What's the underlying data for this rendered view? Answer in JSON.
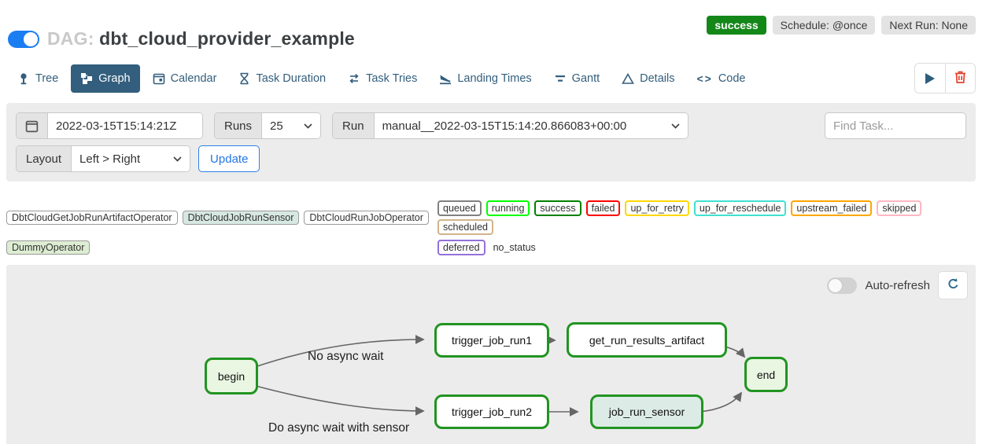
{
  "header": {
    "dag_prefix": "DAG:",
    "dag_title": "dbt_cloud_provider_example",
    "status_badge": "success",
    "schedule_badge": "Schedule: @once",
    "next_run_badge": "Next Run: None",
    "dag_paused_toggle": "on"
  },
  "tabs": [
    {
      "label": "Tree",
      "icon": "tree-icon",
      "active": false
    },
    {
      "label": "Graph",
      "icon": "graph-icon",
      "active": true
    },
    {
      "label": "Calendar",
      "icon": "calendar-icon",
      "active": false
    },
    {
      "label": "Task Duration",
      "icon": "hourglass-icon",
      "active": false
    },
    {
      "label": "Task Tries",
      "icon": "repeat-icon",
      "active": false
    },
    {
      "label": "Landing Times",
      "icon": "plane-landing-icon",
      "active": false
    },
    {
      "label": "Gantt",
      "icon": "gantt-bars-icon",
      "active": false
    },
    {
      "label": "Details",
      "icon": "triangle-icon",
      "active": false
    },
    {
      "label": "Code",
      "icon": "code-brackets-icon",
      "active": false
    }
  ],
  "filter_bar": {
    "base_date_value": "2022-03-15T15:14:21Z",
    "runs_label": "Runs",
    "runs_value": "25",
    "run_label": "Run",
    "run_value": "manual__2022-03-15T15:14:20.866083+00:00",
    "find_task_placeholder": "Find Task...",
    "layout_label": "Layout",
    "layout_value": "Left > Right",
    "update_button": "Update"
  },
  "legend": {
    "operators": [
      {
        "label": "DbtCloudGetJobRunArtifactOperator",
        "fill": "#ffffff"
      },
      {
        "label": "DbtCloudJobRunSensor",
        "fill": "#d7e8e3"
      },
      {
        "label": "DbtCloudRunJobOperator",
        "fill": "#ffffff"
      },
      {
        "label": "DummyOperator",
        "fill": "#ddedd2"
      }
    ],
    "statuses": [
      {
        "label": "queued",
        "border": "#808080"
      },
      {
        "label": "running",
        "border": "#00ff00"
      },
      {
        "label": "success",
        "border": "#008000"
      },
      {
        "label": "failed",
        "border": "#ff0000"
      },
      {
        "label": "up_for_retry",
        "border": "#ffd700"
      },
      {
        "label": "up_for_reschedule",
        "border": "#40e0d0"
      },
      {
        "label": "upstream_failed",
        "border": "#ffa500"
      },
      {
        "label": "skipped",
        "border": "#ffb6c1"
      },
      {
        "label": "scheduled",
        "border": "#d2b48c"
      },
      {
        "label": "deferred",
        "border": "#9370db"
      },
      {
        "label": "no_status",
        "border": "none"
      }
    ]
  },
  "graph": {
    "auto_refresh_label": "Auto-refresh",
    "auto_refresh_state": "off",
    "refresh_icon": "refresh-icon",
    "nodes": [
      {
        "id": "begin",
        "label": "begin",
        "fill": "#e9f6e2",
        "state": "success"
      },
      {
        "id": "trigger_job_run1",
        "label": "trigger_job_run1",
        "fill": "#ffffff",
        "state": "success-border"
      },
      {
        "id": "get_run_results_artifact",
        "label": "get_run_results_artifact",
        "fill": "#ffffff",
        "state": "success-border"
      },
      {
        "id": "trigger_job_run2",
        "label": "trigger_job_run2",
        "fill": "#ffffff",
        "state": "success-border"
      },
      {
        "id": "job_run_sensor",
        "label": "job_run_sensor",
        "fill": "#dcebe6",
        "state": "success-border"
      },
      {
        "id": "end",
        "label": "end",
        "fill": "#e9f6e2",
        "state": "success"
      }
    ],
    "edges": [
      {
        "from": "begin",
        "to": "trigger_job_run1",
        "label": "No async wait"
      },
      {
        "from": "begin",
        "to": "trigger_job_run2",
        "label": "Do async wait with sensor"
      },
      {
        "from": "trigger_job_run1",
        "to": "get_run_results_artifact",
        "label": ""
      },
      {
        "from": "get_run_results_artifact",
        "to": "end",
        "label": ""
      },
      {
        "from": "trigger_job_run2",
        "to": "job_run_sensor",
        "label": ""
      },
      {
        "from": "job_run_sensor",
        "to": "end",
        "label": ""
      }
    ],
    "edge_labels": [
      {
        "text": "No async wait"
      },
      {
        "text": "Do async wait with sensor"
      }
    ]
  },
  "colors": {
    "accent_blue": "#1b7df2",
    "tab_navy": "#335e7d",
    "success_green": "#148719",
    "node_border_green": "#219421",
    "panel_gray": "#ececec",
    "edge_gray": "#666666",
    "trash_red": "#e5402e",
    "update_blue": "#2277e8"
  }
}
